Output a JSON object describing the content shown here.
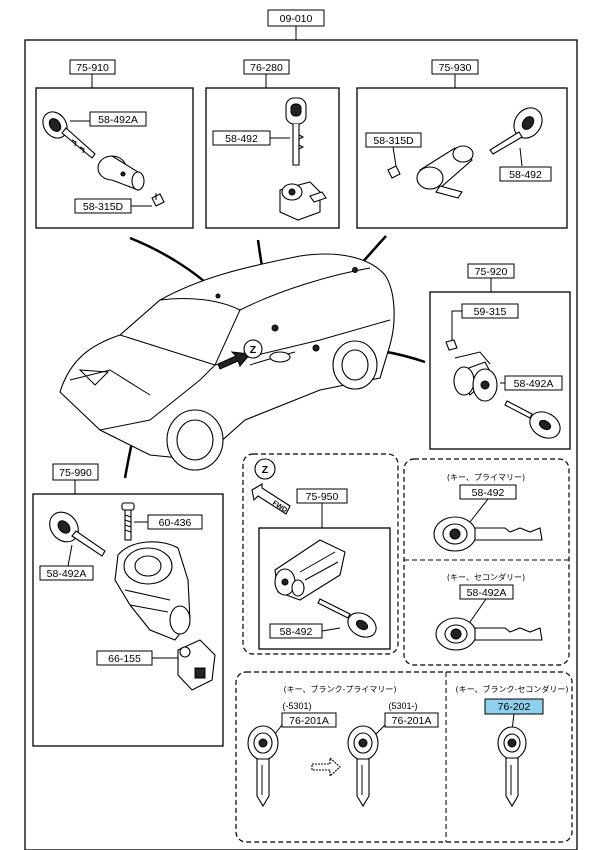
{
  "main_label": "09-010",
  "groups": {
    "ignition_door": {
      "label": "75-910",
      "key": "58-492A",
      "retainer": "58-315D"
    },
    "fuel_lid": {
      "label": "76-280",
      "key": "58-492"
    },
    "trunk": {
      "label": "75-930",
      "retainer": "58-315D",
      "key": "58-492"
    },
    "door_lock": {
      "label": "75-920",
      "retainer": "59-315",
      "key": "58-492A"
    },
    "steering_lock": {
      "label": "75-990",
      "bolt": "60-436",
      "key": "58-492A",
      "switch": "66-155"
    },
    "glove_box": {
      "z_mark": "Z",
      "label": "75-950",
      "fwd": "FWD",
      "key": "58-492"
    },
    "keys": {
      "primary_caption": "(キー、プライマリー)",
      "primary_part": "58-492",
      "secondary_caption": "(キー、セコンダリー)",
      "secondary_part": "58-492A"
    },
    "blank_primary": {
      "caption": "(キー、ブランク-プライマリー)",
      "before_note": "(-5301)",
      "after_note": "(5301-)",
      "before_part": "76-201A",
      "after_part": "76-201A"
    },
    "blank_secondary": {
      "caption": "(キー、ブランク-セコンダリー)",
      "part": "76-202"
    }
  },
  "car": {
    "z_mark": "Z"
  },
  "colors": {
    "highlight": "#8fd0ee",
    "ink": "#000000"
  }
}
